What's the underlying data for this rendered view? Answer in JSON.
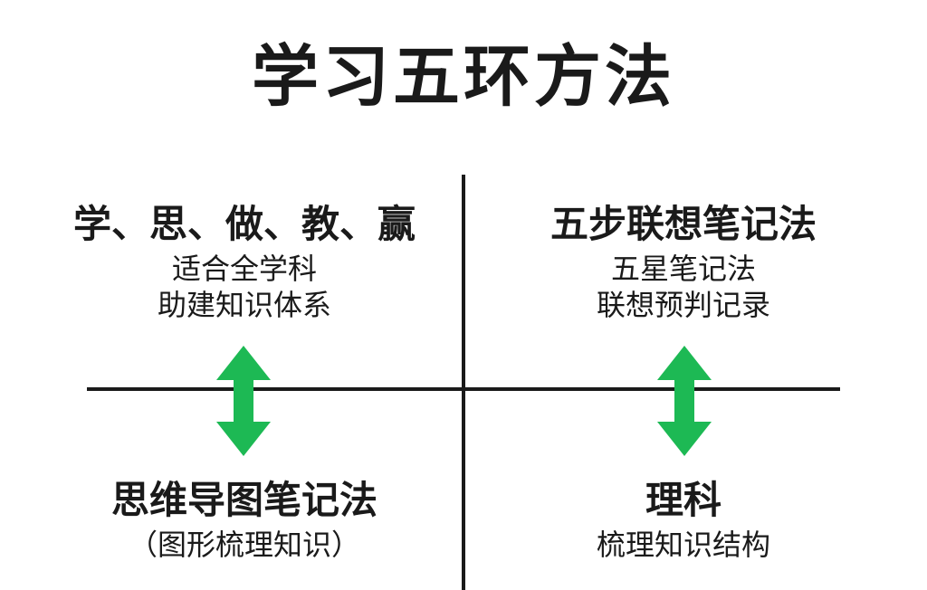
{
  "title": "学习五环方法",
  "quadrants": {
    "top_left": {
      "heading": "学、思、做、教、赢",
      "lines": [
        "适合全学科",
        "助建知识体系"
      ]
    },
    "top_right": {
      "heading": "五步联想笔记法",
      "lines": [
        "五星笔记法",
        "联想预判记录"
      ]
    },
    "bottom_left": {
      "heading": "思维导图笔记法",
      "lines": [
        "（图形梳理知识）"
      ]
    },
    "bottom_right": {
      "heading": "理科",
      "lines": [
        "梳理知识结构"
      ]
    }
  },
  "colors": {
    "arrow": "#1db954",
    "lines": "#1a1a1a",
    "text": "#1a1a1a",
    "background": "#ffffff"
  },
  "icons": {
    "arrow_left": "double-vertical-arrow-icon",
    "arrow_right": "double-vertical-arrow-icon"
  }
}
